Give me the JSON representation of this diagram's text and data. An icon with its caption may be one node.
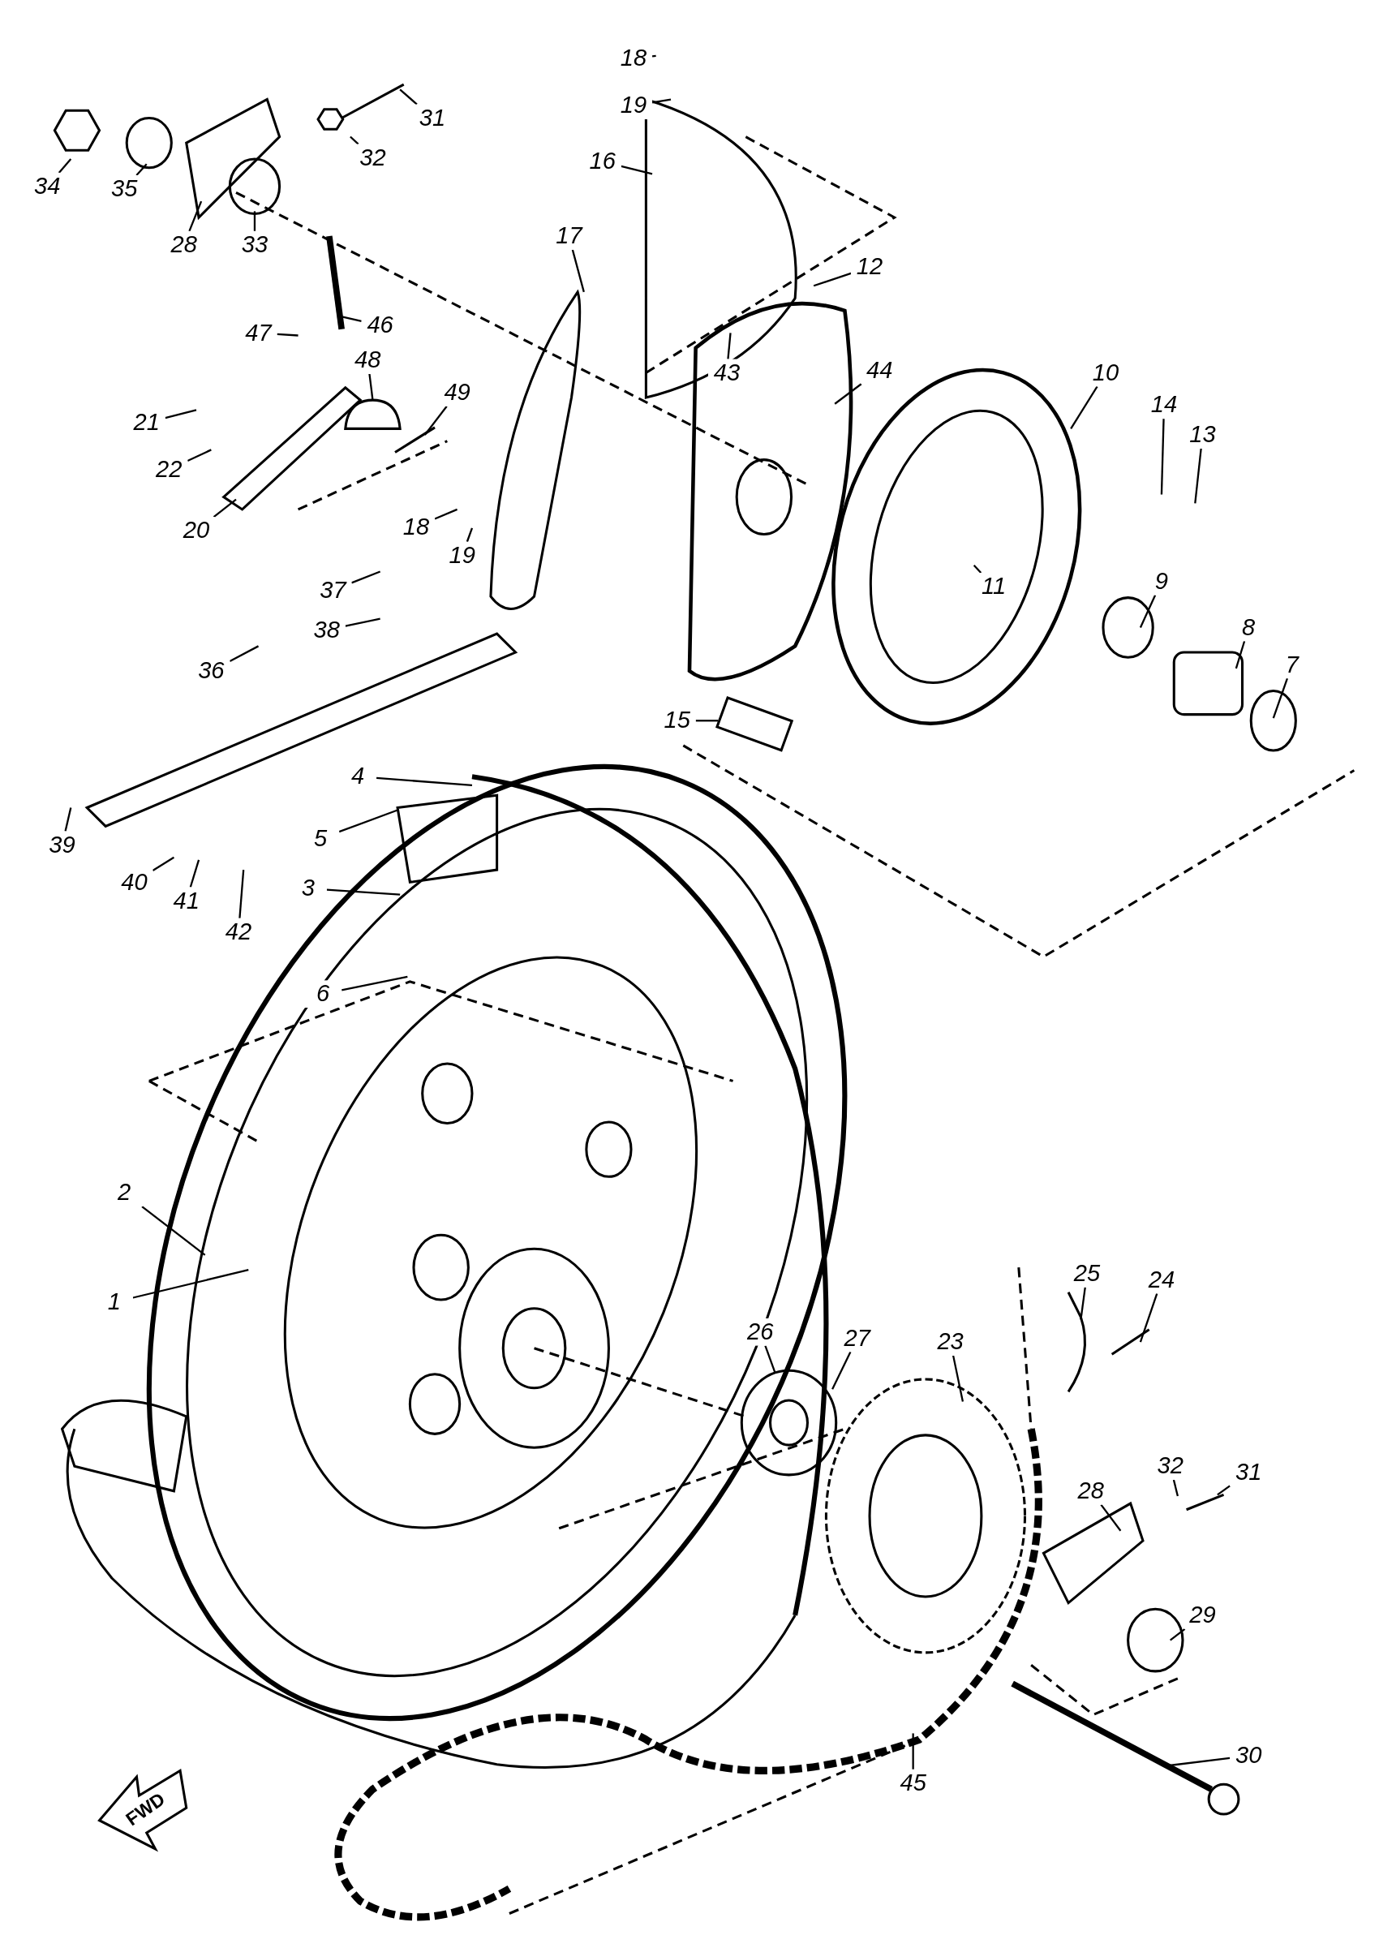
{
  "diagram": {
    "nodes": [
      {
        "text": [
          "18"
        ]
      },
      {
        "text": [
          "19"
        ]
      },
      {
        "text": [
          "16"
        ]
      },
      {
        "text": [
          "31"
        ]
      },
      {
        "text": [
          "32"
        ]
      },
      {
        "text": [
          "34"
        ]
      },
      {
        "text": [
          "35"
        ]
      },
      {
        "text": [
          "28"
        ]
      },
      {
        "text": [
          "33"
        ]
      },
      {
        "text": [
          "17"
        ]
      },
      {
        "text": [
          "12"
        ]
      },
      {
        "text": [
          "46"
        ]
      },
      {
        "text": [
          "47"
        ]
      },
      {
        "text": [
          "48"
        ]
      },
      {
        "text": [
          "43"
        ]
      },
      {
        "text": [
          "44"
        ]
      },
      {
        "text": [
          "10"
        ]
      },
      {
        "text": [
          "14"
        ]
      },
      {
        "text": [
          "13"
        ]
      },
      {
        "text": [
          "21"
        ]
      },
      {
        "text": [
          "49"
        ]
      },
      {
        "text": [
          "22"
        ]
      },
      {
        "text": [
          "18"
        ]
      },
      {
        "text": [
          "19"
        ]
      },
      {
        "text": [
          "20"
        ]
      },
      {
        "text": [
          "11"
        ]
      },
      {
        "text": [
          "9"
        ]
      },
      {
        "text": [
          "37"
        ]
      },
      {
        "text": [
          "38"
        ]
      },
      {
        "text": [
          "8"
        ]
      },
      {
        "text": [
          "7"
        ]
      },
      {
        "text": [
          "36"
        ]
      },
      {
        "text": [
          "15"
        ]
      },
      {
        "text": [
          "4"
        ]
      },
      {
        "text": [
          "39"
        ]
      },
      {
        "text": [
          "5"
        ]
      },
      {
        "text": [
          "40"
        ]
      },
      {
        "text": [
          "41"
        ]
      },
      {
        "text": [
          "42"
        ]
      },
      {
        "text": [
          "3"
        ]
      },
      {
        "text": [
          "6"
        ]
      },
      {
        "text": [
          "2"
        ]
      },
      {
        "text": [
          "25"
        ]
      },
      {
        "text": [
          "24"
        ]
      },
      {
        "text": [
          "1"
        ]
      },
      {
        "text": [
          "26"
        ]
      },
      {
        "text": [
          "27"
        ]
      },
      {
        "text": [
          "23"
        ]
      },
      {
        "text": [
          "32"
        ]
      },
      {
        "text": [
          "31"
        ]
      },
      {
        "text": [
          "28"
        ]
      },
      {
        "text": [
          "29"
        ]
      },
      {
        "text": [
          "30"
        ]
      },
      {
        "text": [
          "45"
        ]
      }
    ],
    "edges": [
      {
        "from": 0,
        "to": null,
        "arrow": "none"
      },
      {
        "from": 1,
        "to": null,
        "arrow": "none"
      },
      {
        "from": 2,
        "to": null,
        "arrow": "none"
      },
      {
        "from": 3,
        "to": null,
        "arrow": "none"
      },
      {
        "from": 4,
        "to": null,
        "arrow": "none"
      },
      {
        "from": 5,
        "to": null,
        "arrow": "none"
      },
      {
        "from": 6,
        "to": null,
        "arrow": "none"
      },
      {
        "from": 7,
        "to": null,
        "arrow": "none"
      },
      {
        "from": 8,
        "to": null,
        "arrow": "none"
      },
      {
        "from": 9,
        "to": null,
        "arrow": "none"
      },
      {
        "from": 10,
        "to": null,
        "arrow": "none"
      },
      {
        "from": 11,
        "to": null,
        "arrow": "none"
      },
      {
        "from": 12,
        "to": null,
        "arrow": "none"
      },
      {
        "from": 13,
        "to": null,
        "arrow": "none"
      },
      {
        "from": 14,
        "to": null,
        "arrow": "none"
      },
      {
        "from": 15,
        "to": null,
        "arrow": "none"
      },
      {
        "from": 16,
        "to": null,
        "arrow": "none"
      },
      {
        "from": 17,
        "to": null,
        "arrow": "none"
      },
      {
        "from": 18,
        "to": null,
        "arrow": "none"
      },
      {
        "from": 19,
        "to": null,
        "arrow": "none"
      },
      {
        "from": 20,
        "to": null,
        "arrow": "none"
      },
      {
        "from": 21,
        "to": null,
        "arrow": "none"
      },
      {
        "from": 22,
        "to": null,
        "arrow": "none"
      },
      {
        "from": 23,
        "to": null,
        "arrow": "none"
      },
      {
        "from": 24,
        "to": null,
        "arrow": "none"
      },
      {
        "from": 25,
        "to": null,
        "arrow": "none"
      },
      {
        "from": 26,
        "to": null,
        "arrow": "none"
      },
      {
        "from": 27,
        "to": null,
        "arrow": "none"
      },
      {
        "from": 28,
        "to": null,
        "arrow": "none"
      },
      {
        "from": 29,
        "to": null,
        "arrow": "none"
      },
      {
        "from": 30,
        "to": null,
        "arrow": "none"
      },
      {
        "from": 31,
        "to": null,
        "arrow": "none"
      },
      {
        "from": 32,
        "to": null,
        "arrow": "none"
      },
      {
        "from": 33,
        "to": null,
        "arrow": "none"
      },
      {
        "from": 34,
        "to": null,
        "arrow": "none"
      },
      {
        "from": 35,
        "to": null,
        "arrow": "none"
      },
      {
        "from": 36,
        "to": null,
        "arrow": "none"
      },
      {
        "from": 37,
        "to": null,
        "arrow": "none"
      },
      {
        "from": 38,
        "to": null,
        "arrow": "none"
      },
      {
        "from": 39,
        "to": null,
        "arrow": "none"
      },
      {
        "from": 40,
        "to": null,
        "arrow": "none"
      },
      {
        "from": 41,
        "to": null,
        "arrow": "none"
      },
      {
        "from": 42,
        "to": null,
        "arrow": "none"
      },
      {
        "from": 43,
        "to": null,
        "arrow": "none"
      },
      {
        "from": 44,
        "to": null,
        "arrow": "none"
      },
      {
        "from": 45,
        "to": null,
        "arrow": "none"
      },
      {
        "from": 46,
        "to": null,
        "arrow": "none"
      },
      {
        "from": 47,
        "to": null,
        "arrow": "none"
      },
      {
        "from": 48,
        "to": null,
        "arrow": "none"
      },
      {
        "from": 49,
        "to": null,
        "arrow": "none"
      },
      {
        "from": 50,
        "to": null,
        "arrow": "none"
      },
      {
        "from": 51,
        "to": null,
        "arrow": "none"
      },
      {
        "from": 52,
        "to": null,
        "arrow": "none"
      },
      {
        "from": 53,
        "to": null,
        "arrow": "none"
      }
    ],
    "labels": [
      "FWD"
    ]
  }
}
